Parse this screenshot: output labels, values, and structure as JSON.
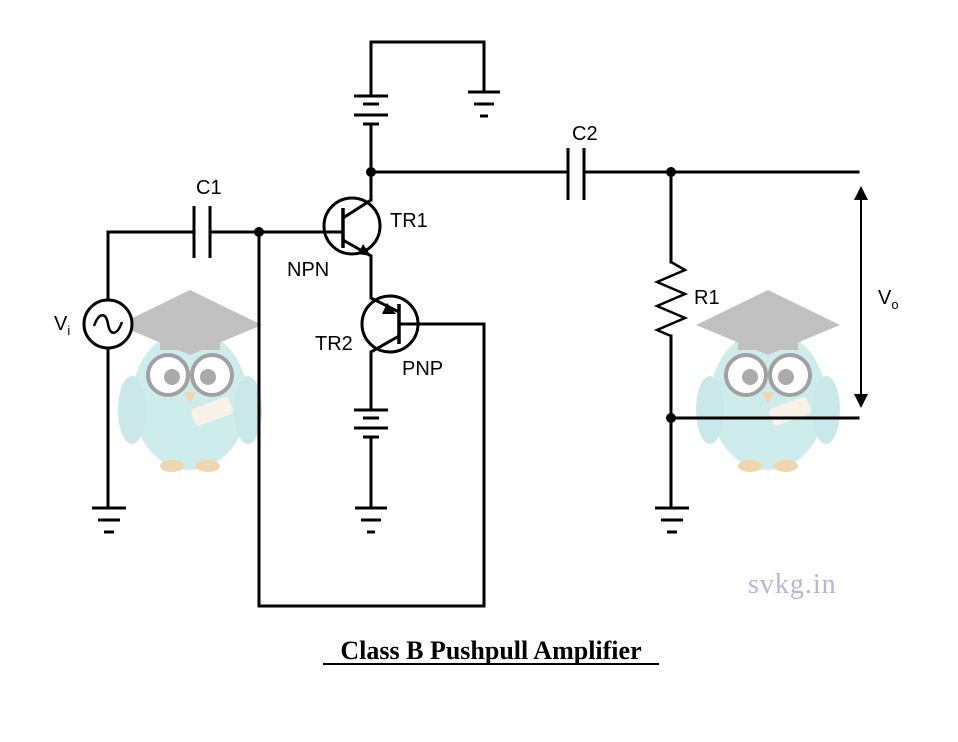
{
  "labels": {
    "c1": "C1",
    "c2": "C2",
    "tr1": "TR1",
    "tr2": "TR2",
    "npn": "NPN",
    "pnp": "PNP",
    "r1": "R1",
    "vi_main": "V",
    "vi_sub": "i",
    "vo_main": "V",
    "vo_sub": "o"
  },
  "watermark": "svkg.in",
  "title": "Class B Pushpull Amplifier",
  "colors": {
    "wire": "#000000",
    "owl_body": "#a9dde0",
    "owl_hat": "#8f8f8f",
    "owl_feet": "#e6b36a",
    "watermark": "#b7b3df"
  },
  "icons": [
    "ac-source-icon",
    "battery-icon",
    "ground-icon",
    "capacitor-icon",
    "resistor-icon",
    "npn-transistor-icon",
    "pnp-transistor-icon",
    "owl-logo-icon"
  ]
}
